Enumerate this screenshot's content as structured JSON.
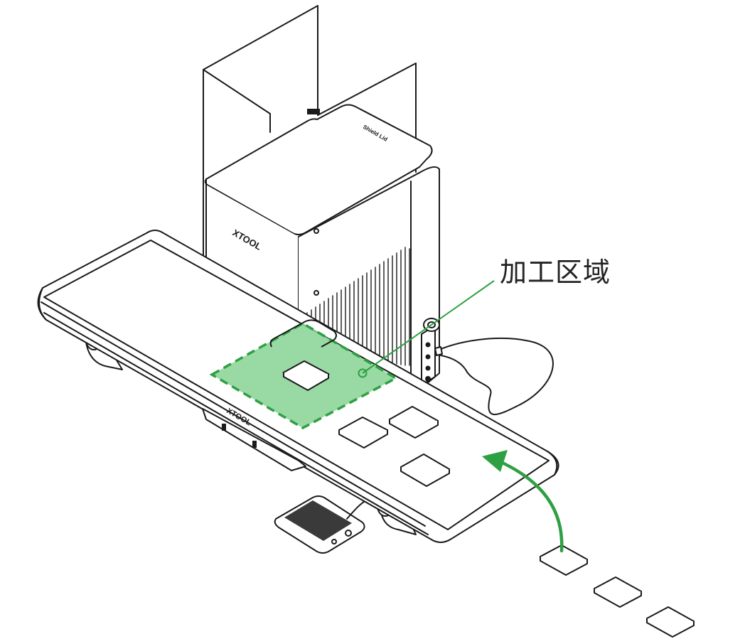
{
  "diagram": {
    "callout_label": "加工区域",
    "enclosure_brand": "XTOOL",
    "enclosure_top_label": "Shield Lid",
    "conveyor_brand": "XTOOL"
  },
  "colors": {
    "line": "#1a1a1a",
    "zone_fill": "#8ed59a",
    "zone_border": "#2ea043",
    "arrow": "#2ea043",
    "screen": "#3a3a3a"
  },
  "icons": {
    "flow_arrow": "curved-arrow-icon",
    "port_panel": "port-panel-icon"
  }
}
